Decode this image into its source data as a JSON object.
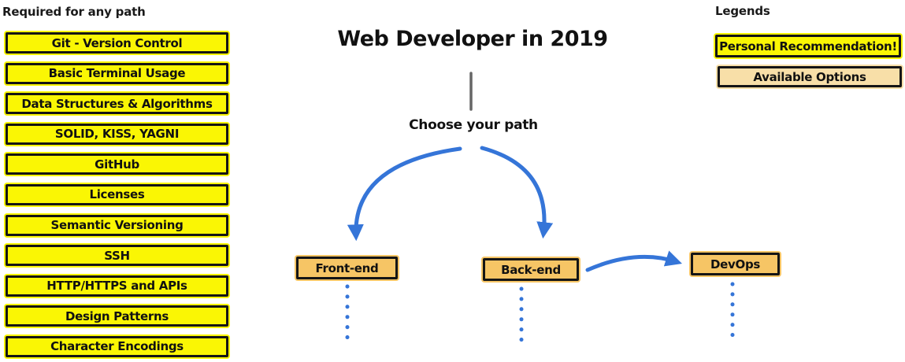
{
  "title": "Web Developer in 2019",
  "subtitle": "Choose your path",
  "required_section": {
    "header": "Required for any path",
    "items": [
      "Git - Version Control",
      "Basic Terminal Usage",
      "Data Structures & Algorithms",
      "SOLID, KISS, YAGNI",
      "GitHub",
      "Licenses",
      "Semantic Versioning",
      "SSH",
      "HTTP/HTTPS and APIs",
      "Design Patterns",
      "Character Encodings"
    ]
  },
  "path_nodes": {
    "frontend": {
      "label": "Front-end"
    },
    "backend": {
      "label": "Back-end"
    },
    "devops": {
      "label": "DevOps"
    }
  },
  "legend": {
    "header": "Legends",
    "items": [
      {
        "label": "Personal Recommendation!",
        "style": "yellow"
      },
      {
        "label": "Available Options",
        "style": "cream"
      }
    ]
  },
  "colors": {
    "recommendation_yellow": "#faf604",
    "option_amber": "#f6c565",
    "option_cream": "#f8dfa8",
    "arrow_blue": "#3575d8",
    "line_gray": "#666666",
    "border_black": "#151515"
  }
}
